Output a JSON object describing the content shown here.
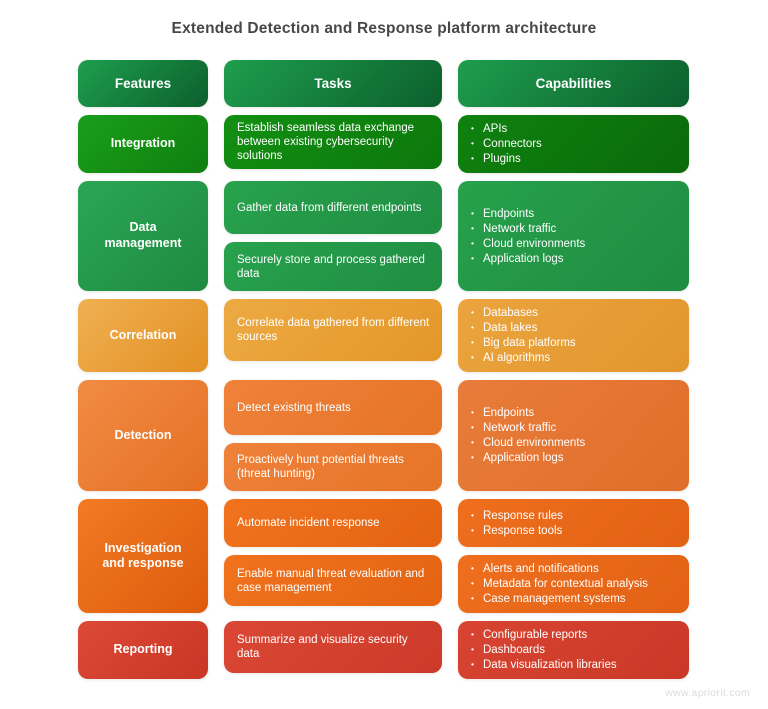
{
  "title": "Extended Detection and Response platform architecture",
  "watermark": "www.apriorit.com",
  "header": {
    "features": "Features",
    "tasks": "Tasks",
    "capabilities": "Capabilities",
    "colors": {
      "grad": [
        "#1e9e4e",
        "#0c5f2c"
      ]
    }
  },
  "rows": [
    {
      "feature": "Integration",
      "tasks": [
        "Establish seamless data exchange between existing cybersecurity solutions"
      ],
      "capability_groups": [
        [
          "APIs",
          "Connectors",
          "Plugins"
        ]
      ],
      "colors": {
        "feature": [
          "#1a9e1a",
          "#0f7f0f"
        ],
        "task": [
          "#129012",
          "#0c770c"
        ],
        "cap": [
          "#0f820f",
          "#0a6a0a"
        ]
      }
    },
    {
      "feature": "Data management",
      "tasks": [
        "Gather data from different endpoints",
        "Securely store and process gathered data"
      ],
      "capability_groups": [
        [
          "Endpoints",
          "Network traffic",
          "Cloud environments",
          "Application logs"
        ]
      ],
      "colors": {
        "feature": [
          "#2ba654",
          "#1e8a40"
        ],
        "task": [
          "#28a24d",
          "#1f8e42"
        ],
        "cap": [
          "#27a14b",
          "#1f8c41"
        ]
      }
    },
    {
      "feature": "Correlation",
      "tasks": [
        "Correlate data gathered from different sources"
      ],
      "capability_groups": [
        [
          "Databases",
          "Data lakes",
          "Big data platforms",
          "AI algorithms"
        ]
      ],
      "colors": {
        "feature": [
          "#f0b052",
          "#e29023"
        ],
        "task": [
          "#edaa43",
          "#e39729"
        ],
        "cap": [
          "#eba43e",
          "#e2962d"
        ]
      }
    },
    {
      "feature": "Detection",
      "tasks": [
        "Detect existing threats",
        "Proactively hunt potential threats (threat hunting)"
      ],
      "capability_groups": [
        [
          "Endpoints",
          "Network traffic",
          "Cloud environments",
          "Application logs"
        ]
      ],
      "colors": {
        "feature": [
          "#f18c44",
          "#e56f23"
        ],
        "task": [
          "#ef8139",
          "#e67428"
        ],
        "cap": [
          "#e97c3a",
          "#e06e2a"
        ]
      }
    },
    {
      "feature": "Investigation and response",
      "tasks": [
        "Automate incident response",
        "Enable manual threat evaluation and case management"
      ],
      "capability_groups": [
        [
          "Response rules",
          "Response tools"
        ],
        [
          "Alerts and notifications",
          "Metadata for contextual analysis",
          "Case management systems"
        ]
      ],
      "colors": {
        "feature": [
          "#f37a24",
          "#dd5c0c"
        ],
        "task": [
          "#f1731e",
          "#e36312"
        ],
        "cap": [
          "#ef6f1f",
          "#e26114"
        ]
      }
    },
    {
      "feature": "Reporting",
      "tasks": [
        "Summarize and visualize security data"
      ],
      "capability_groups": [
        [
          "Configurable reports",
          "Dashboards",
          "Data visualization libraries"
        ]
      ],
      "colors": {
        "feature": [
          "#dd4936",
          "#c93625"
        ],
        "task": [
          "#db4734",
          "#cc3a29"
        ],
        "cap": [
          "#d84431",
          "#ca3827"
        ]
      }
    }
  ]
}
